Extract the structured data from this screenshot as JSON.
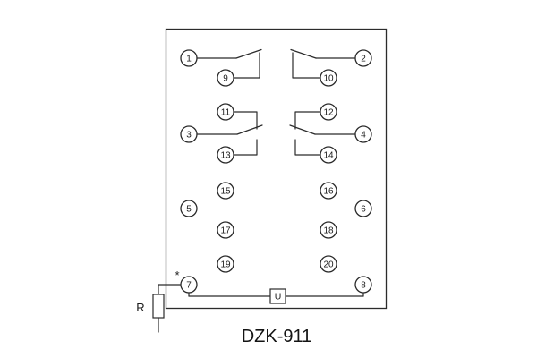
{
  "diagram": {
    "title": "DZK-911",
    "terminals": [
      "1",
      "2",
      "9",
      "10",
      "11",
      "12",
      "3",
      "4",
      "13",
      "14",
      "15",
      "16",
      "5",
      "6",
      "17",
      "18",
      "19",
      "20",
      "7",
      "8"
    ],
    "components": {
      "resistor_label": "R",
      "coil_label": "U",
      "polarity_mark": "*"
    }
  }
}
